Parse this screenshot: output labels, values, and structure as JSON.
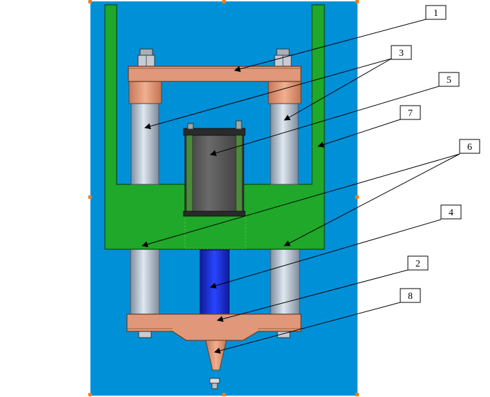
{
  "colors": {
    "background": "#0090d8",
    "frame_green": "#1fa82a",
    "copper": "#e19a76",
    "copper_dark": "#b46a48",
    "rod_steel": "#aab8c8",
    "piston_blue": "#1a2fd0",
    "cylinder_dark": "#555555",
    "handle_orange": "#e88020"
  },
  "callouts": [
    {
      "id": "callout-1",
      "label": "1"
    },
    {
      "id": "callout-2",
      "label": "2"
    },
    {
      "id": "callout-3",
      "label": "3"
    },
    {
      "id": "callout-4",
      "label": "4"
    },
    {
      "id": "callout-5",
      "label": "5"
    },
    {
      "id": "callout-6",
      "label": "6"
    },
    {
      "id": "callout-7",
      "label": "7"
    },
    {
      "id": "callout-8",
      "label": "8"
    }
  ]
}
